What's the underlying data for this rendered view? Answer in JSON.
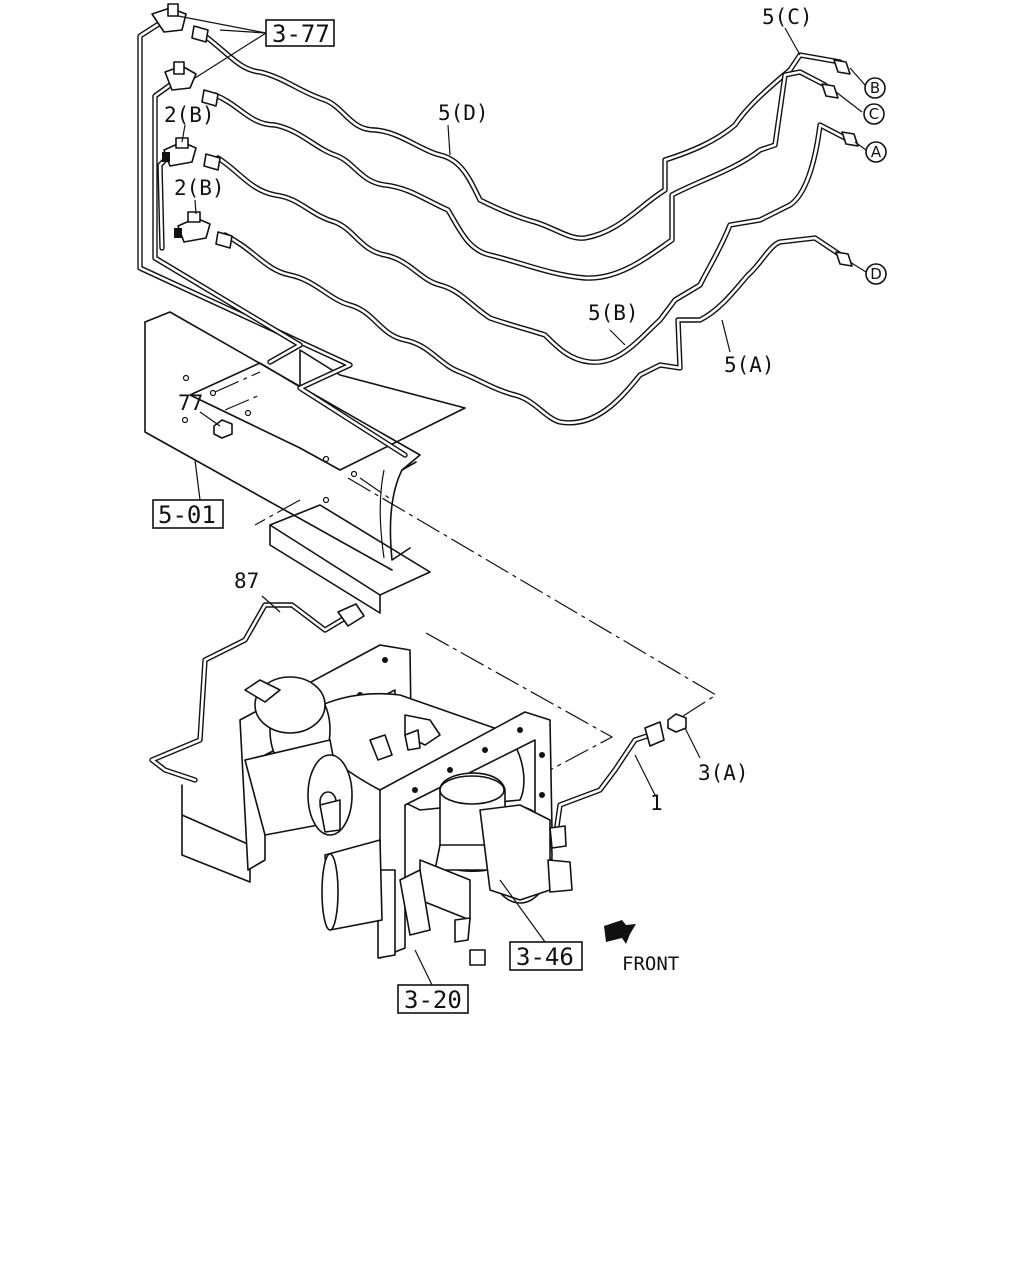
{
  "labels": {
    "ref_3_77": "3-77",
    "pipe_5c": "5(C)",
    "pipe_5d": "5(D)",
    "pipe_5b": "5(B)",
    "pipe_5a": "5(A)",
    "fitting_2b_upper": "2(B)",
    "fitting_2b_lower": "2(B)",
    "nut_77": "77",
    "ref_5_01": "5-01",
    "part_87": "87",
    "nut_3a": "3(A)",
    "pipe_1": "1",
    "ref_3_46": "3-46",
    "ref_3_20": "3-20",
    "front": "FRONT"
  },
  "connectors": {
    "b": "B",
    "c": "C",
    "a": "A",
    "d": "D"
  }
}
